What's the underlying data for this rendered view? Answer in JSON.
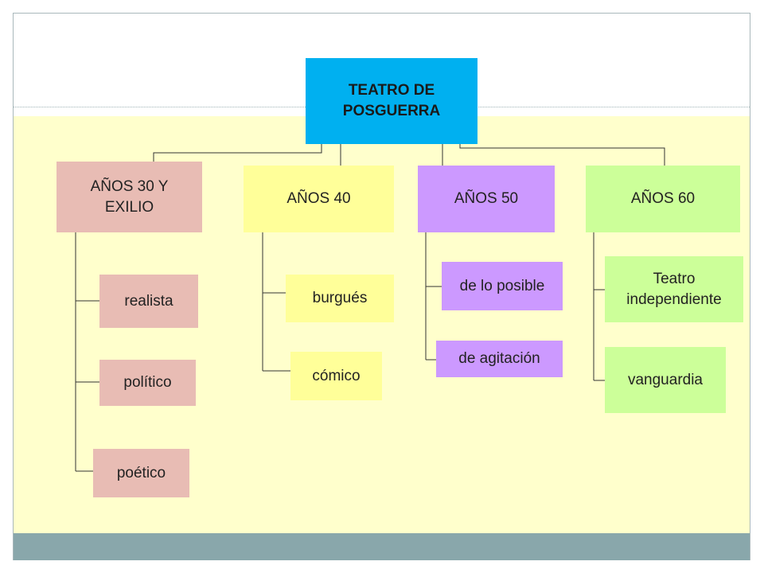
{
  "diagram": {
    "root": {
      "label": "TEATRO DE\nPOSGUERRA"
    },
    "branches": [
      {
        "label": "AÑOS 30 Y\nEXILIO",
        "color": "#e8bcb4",
        "items": [
          "realista",
          "político",
          "poético"
        ]
      },
      {
        "label": "AÑOS 40",
        "color": "#ffff99",
        "items": [
          "burgués",
          "cómico"
        ]
      },
      {
        "label": "AÑOS 50",
        "color": "#cc99ff",
        "items": [
          "de lo posible",
          "de agitación"
        ]
      },
      {
        "label": "AÑOS 60",
        "color": "#ccff99",
        "items": [
          "Teatro\nindependiente",
          "vanguardia"
        ]
      }
    ]
  },
  "colors": {
    "root": "#00b0f0",
    "background_lower": "#ffffcc",
    "bottom_bar": "#89a7ab",
    "connector": "#333333"
  }
}
